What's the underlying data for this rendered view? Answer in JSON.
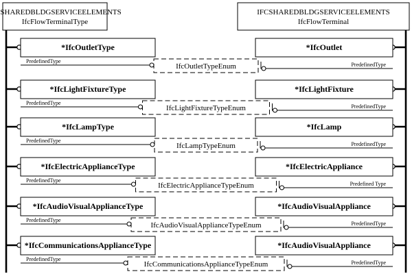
{
  "left_schema": {
    "schema_name": "IFCSHAREDBLDGSERVICEELEMENTS",
    "entity_name": "IfcFlowTerminalType"
  },
  "right_schema": {
    "schema_name": "IFCSHAREDBLDGSERVICEELEMENTS",
    "entity_name": "IfcFlowTerminal"
  },
  "rows": [
    {
      "type_entity": "*IfcOutletType",
      "occurrence_entity": "*IfcOutlet",
      "enumeration": "IfcOutletTypeEnum",
      "type_attribute": "PredefinedType",
      "occurrence_attribute": "PredefinedType"
    },
    {
      "type_entity": "*IfcLightFixtureType",
      "occurrence_entity": "*IfcLightFixture",
      "enumeration": "IfcLightFixtureTypeEnum",
      "type_attribute": "PredefinedType",
      "occurrence_attribute": "PredefinedType"
    },
    {
      "type_entity": "*IfcLampType",
      "occurrence_entity": "*IfcLamp",
      "enumeration": "IfcLampTypeEnum",
      "type_attribute": "PredefinedType",
      "occurrence_attribute": "PredefinedType"
    },
    {
      "type_entity": "*IfcElectricApplianceType",
      "occurrence_entity": "*IfcElectricAppliance",
      "enumeration": "IfcElectricApplianceTypeEnum",
      "type_attribute": "PredefinedType",
      "occurrence_attribute": "Predefined Type"
    },
    {
      "type_entity": "*IfcAudioVisualApplianceType",
      "occurrence_entity": "*IfcAudioVisualAppliance",
      "enumeration": "IfcAudioVisualApplianceTypeEnum",
      "type_attribute": "PredefinedType",
      "occurrence_attribute": "PredefinedType"
    },
    {
      "type_entity": "*IfcCommunicationsApplianceType",
      "occurrence_entity": "*IfcAudioVisualAppliance",
      "enumeration": "IfcCommunicationsApplianceTypeEnum",
      "type_attribute": "PredefinedType",
      "occurrence_attribute": "PredefinedType"
    }
  ]
}
